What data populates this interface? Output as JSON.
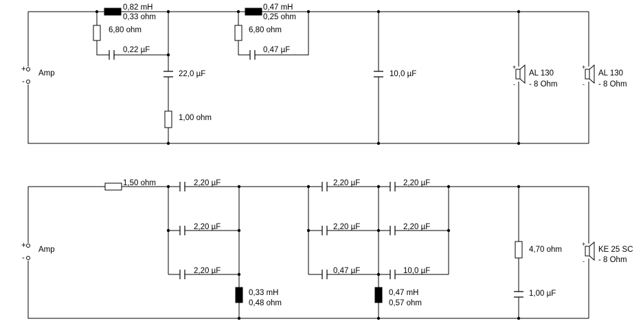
{
  "diagram": {
    "top": {
      "amp_label": "Amp",
      "plus": "+",
      "minus": "-",
      "l1": {
        "value": "0,82 mH",
        "resistance": "0,33 ohm"
      },
      "r1": "6,80 ohm",
      "c1": "0,22 µF",
      "c2": "22,0 µF",
      "r2": "1,00 ohm",
      "l2": {
        "value": "0,47 mH",
        "resistance": "0,25 ohm"
      },
      "r3": "6,80 ohm",
      "c3": "0,47 µF",
      "c4": "10,0 µF",
      "spk1": {
        "name": "AL 130",
        "imp": "- 8 Ohm"
      },
      "spk2": {
        "name": "AL 130",
        "imp": "- 8 Ohm"
      }
    },
    "bottom": {
      "amp_label": "Amp",
      "plus": "+",
      "minus": "-",
      "r1": "1,50 ohm",
      "ca1": "2,20 µF",
      "ca2": "2,20 µF",
      "ca3": "2,20 µF",
      "l1": {
        "value": "0,33 mH",
        "resistance": "0,48 ohm"
      },
      "cb1": "2,20 µF",
      "cb2": "2,20 µF",
      "cb3": "0,47 µF",
      "cc1": "2,20 µF",
      "cc2": "2,20 µF",
      "cc3": "10,0 µF",
      "l2": {
        "value": "0,47 mH",
        "resistance": "0,57 ohm"
      },
      "r2": "4,70 ohm",
      "c_last": "1,00 µF",
      "spk": {
        "name": "KE 25 SC",
        "imp": "- 8 Ohm"
      }
    }
  }
}
